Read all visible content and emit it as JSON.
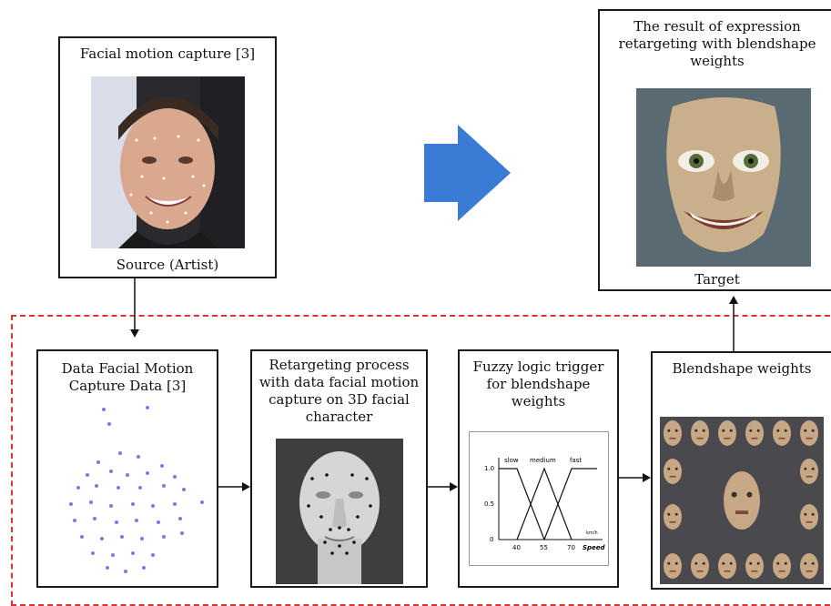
{
  "source_box": {
    "title": "Facial motion capture [3]",
    "caption": "Source (Artist)"
  },
  "target_box": {
    "title": "The result of expression retargeting with blendshape weights",
    "caption": "Target"
  },
  "steps": [
    {
      "title": "Data Facial Motion Capture Data [3]"
    },
    {
      "title": "Retargeting process with data facial motion capture on 3D facial character"
    },
    {
      "title": "Fuzzy logic trigger for blendshape weights"
    },
    {
      "title": "Blendshape weights"
    }
  ],
  "fuzzy_chart": {
    "labels": [
      "slow",
      "medium",
      "fast"
    ],
    "y_ticks": [
      "1.0",
      "0.5",
      "0"
    ],
    "x_ticks": [
      "40",
      "55",
      "70"
    ],
    "x_axis_label": "Speed",
    "unit_label": "km/h"
  },
  "colors": {
    "arrow_blue": "#3a7bd5",
    "dashed_red": "#e03030",
    "dot_blue": "#7a7aee"
  }
}
